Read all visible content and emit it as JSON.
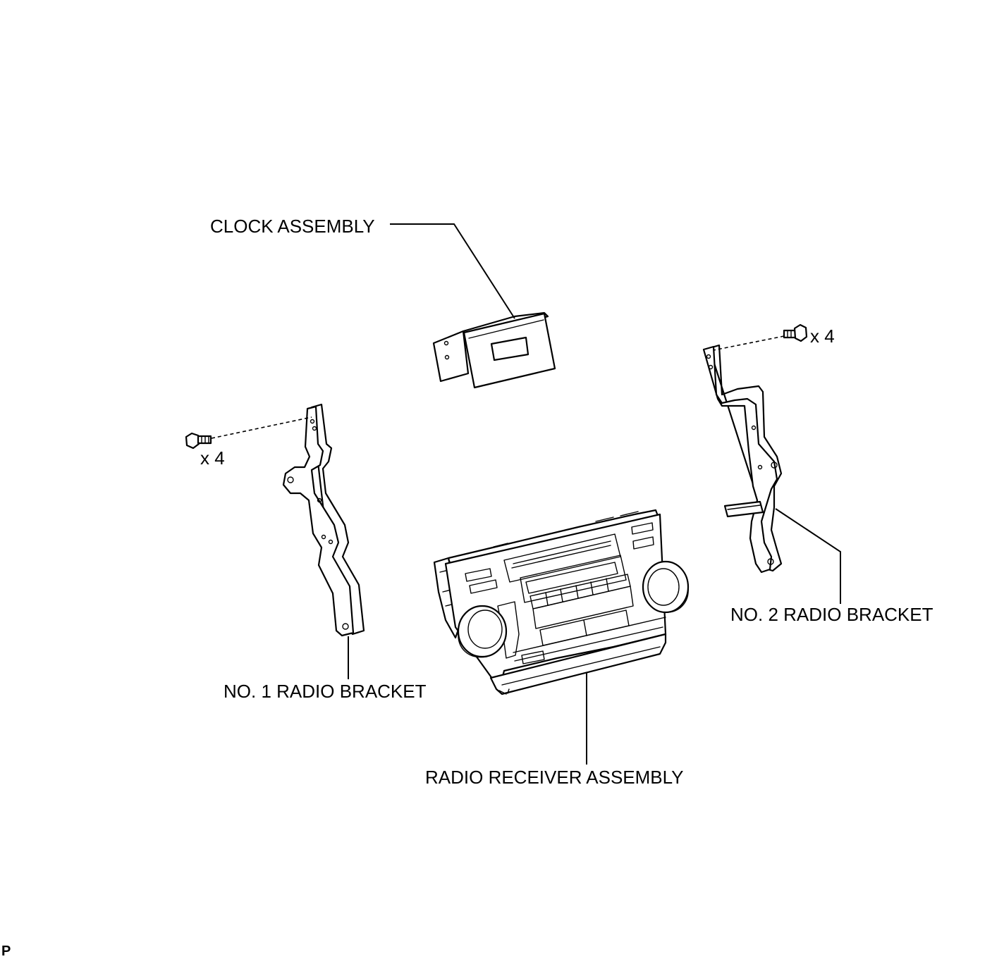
{
  "labels": {
    "clock_assembly": "CLOCK ASSEMBLY",
    "no1_radio_bracket": "NO. 1 RADIO BRACKET",
    "no2_radio_bracket": "NO. 2 RADIO BRACKET",
    "radio_receiver_assembly": "RADIO RECEIVER ASSEMBLY",
    "left_bolt_qty": "x 4",
    "right_bolt_qty": "x 4",
    "corner_code": "P"
  },
  "icons": [
    "bolt-icon",
    "clock-assembly-part",
    "radio-bracket-part",
    "radio-receiver-part"
  ]
}
